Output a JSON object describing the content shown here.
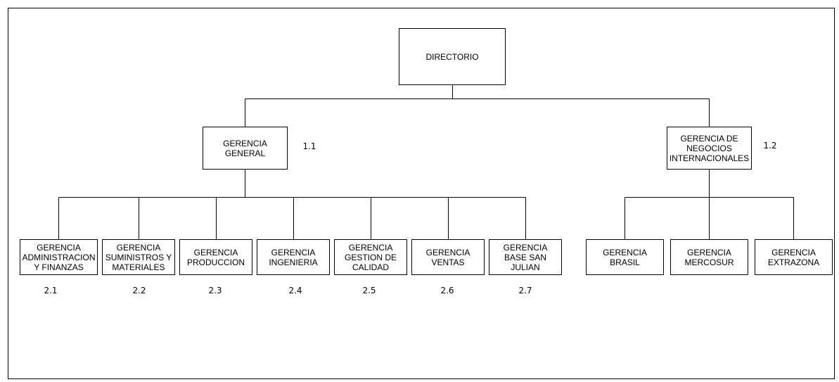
{
  "root": {
    "label": "DIRECTORIO"
  },
  "level1": [
    {
      "label": "GERENCIA\nGENERAL",
      "code": "1.1"
    },
    {
      "label": "GERENCIA DE\nNEGOCIOS\nINTERNACIONALES",
      "code": "1.2"
    }
  ],
  "general_children": [
    {
      "label": "GERENCIA\nADMINISTRACION\nY FINANZAS",
      "code": "2.1"
    },
    {
      "label": "GERENCIA\nSUMINISTROS Y\nMATERIALES",
      "code": "2.2"
    },
    {
      "label": "GERENCIA\nPRODUCCION",
      "code": "2.3"
    },
    {
      "label": "GERENCIA\nINGENIERIA",
      "code": "2.4"
    },
    {
      "label": "GERENCIA\nGESTION DE\nCALIDAD",
      "code": "2.5"
    },
    {
      "label": "GERENCIA\nVENTAS",
      "code": "2.6"
    },
    {
      "label": "GERENCIA\nBASE SAN\nJULIAN",
      "code": "2.7"
    }
  ],
  "international_children": [
    {
      "label": "GERENCIA\nBRASIL"
    },
    {
      "label": "GERENCIA\nMERCOSUR"
    },
    {
      "label": "GERENCIA\nEXTRAZONA"
    }
  ]
}
